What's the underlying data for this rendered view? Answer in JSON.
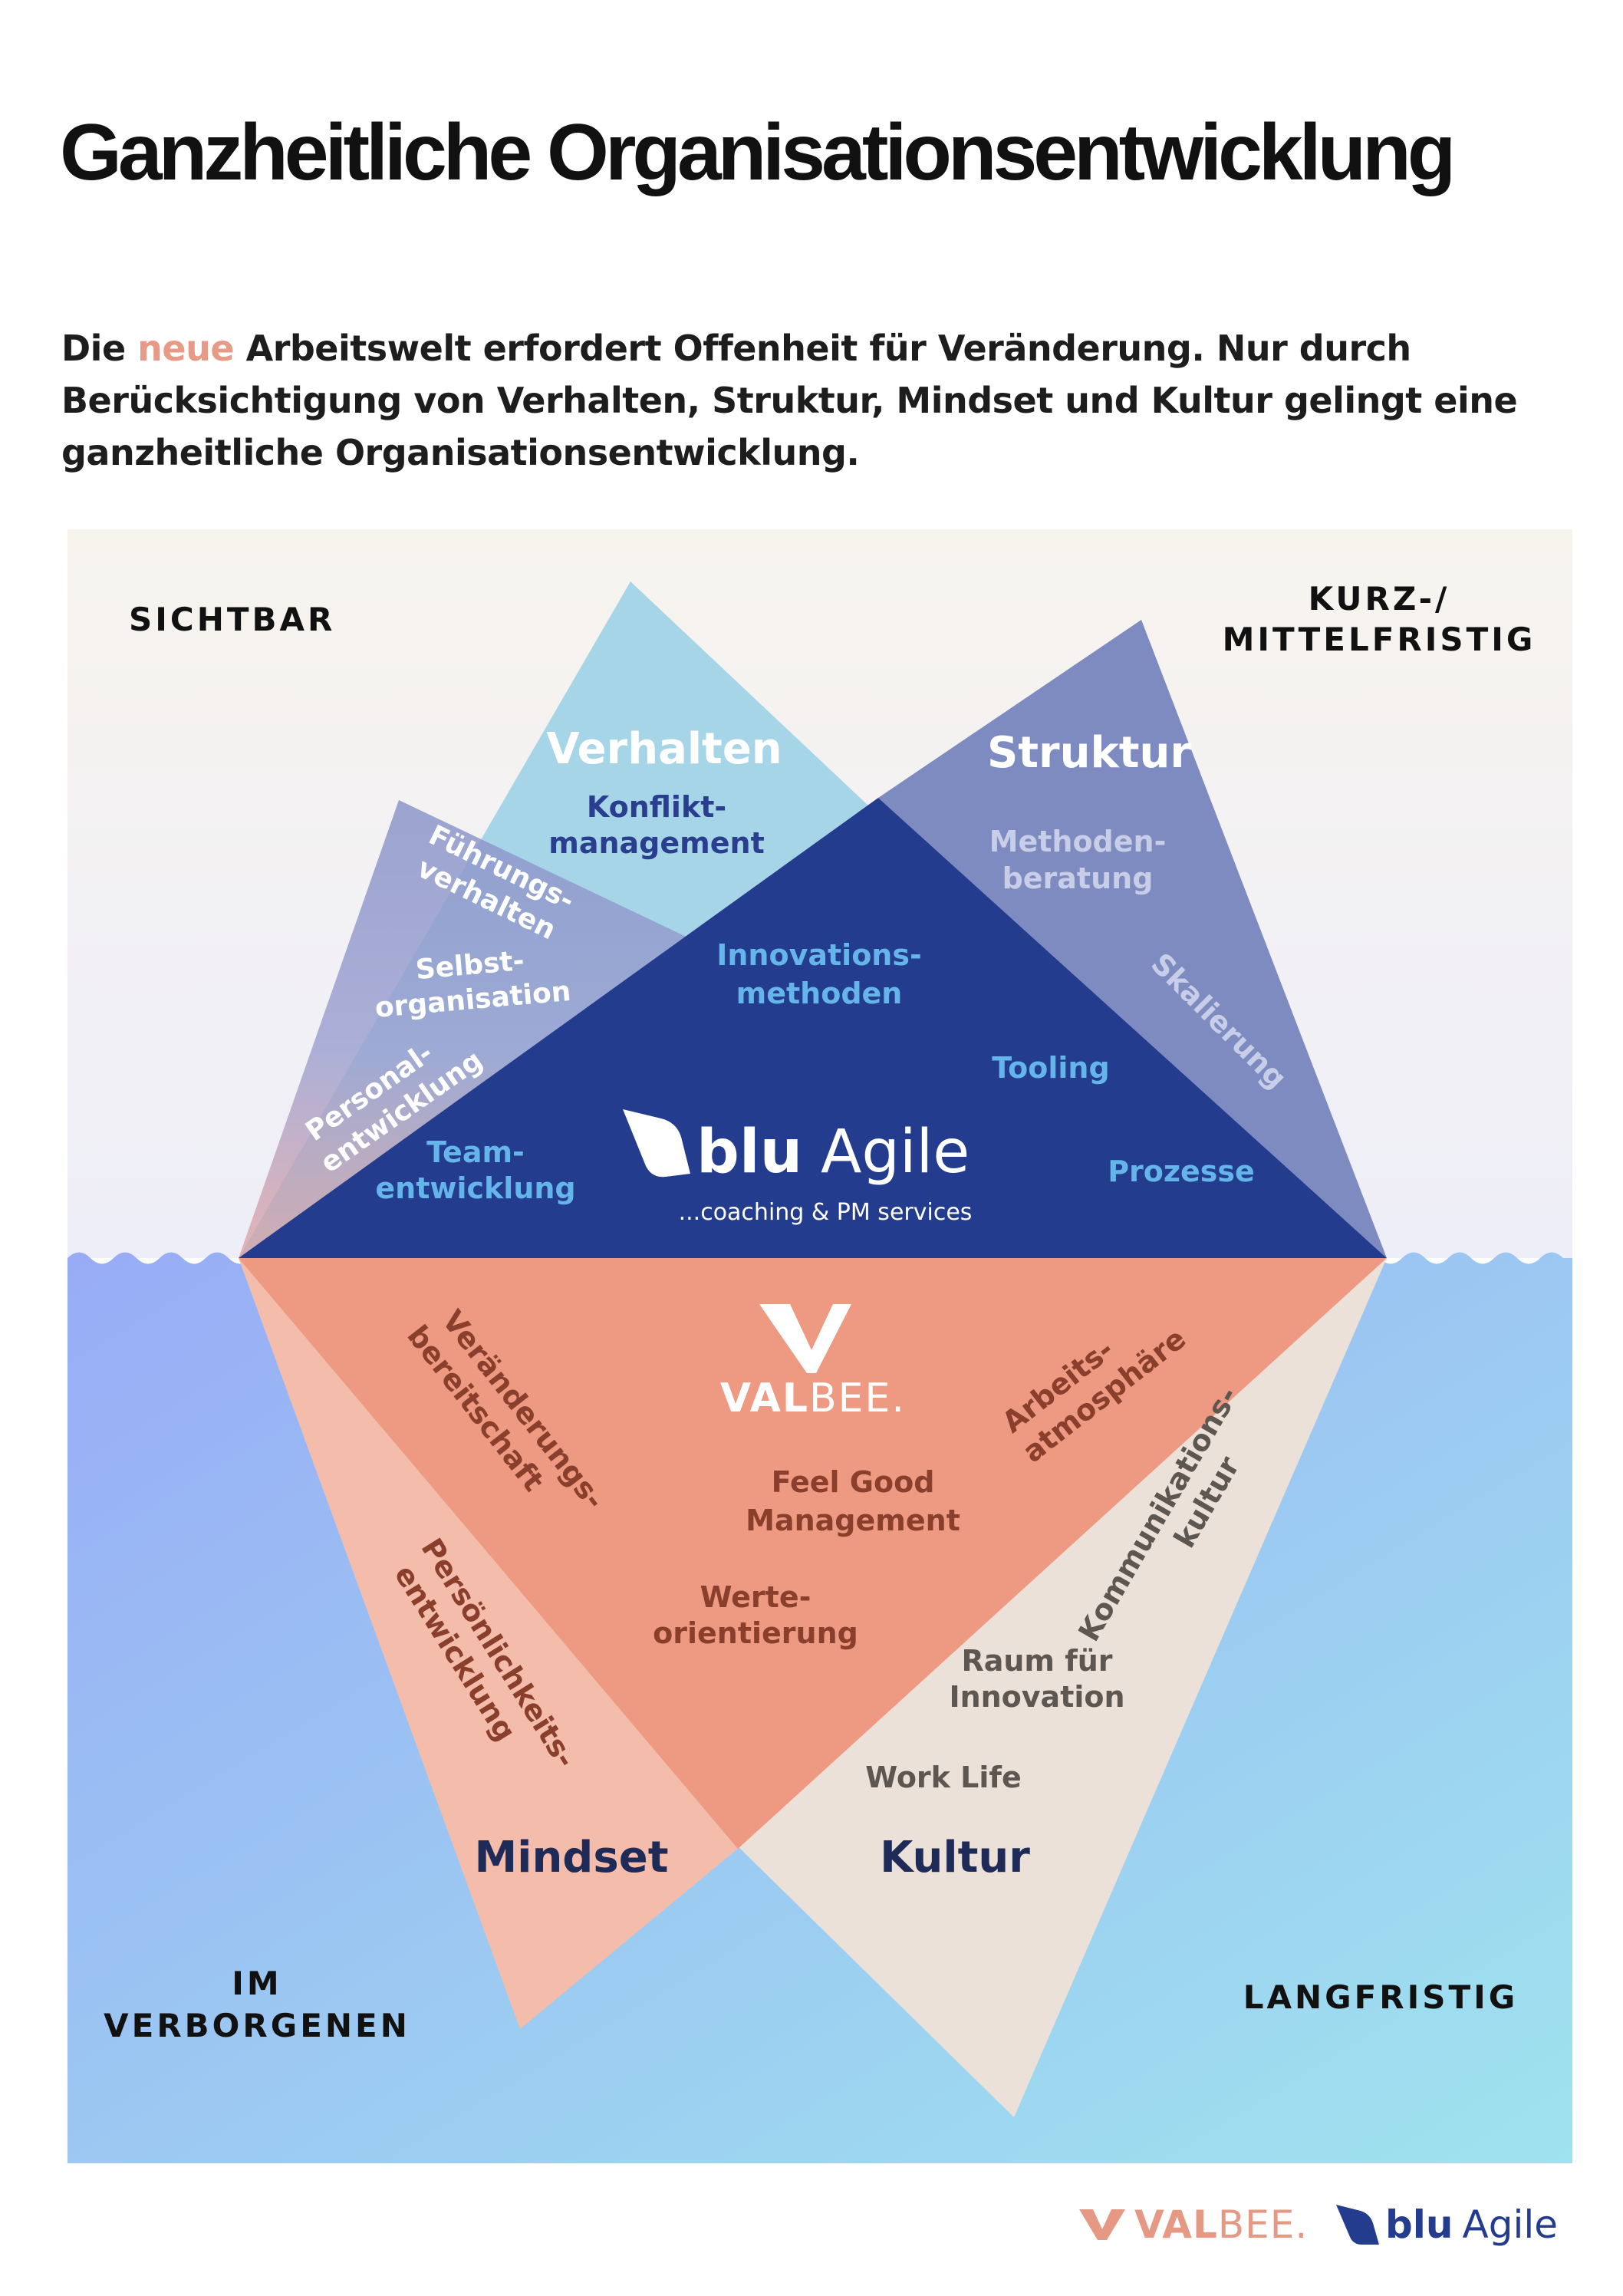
{
  "title": "Ganzheitliche Organisationsentwicklung",
  "intro": {
    "part1": "Die ",
    "accent": "neue",
    "part2": " Arbeitswelt erfordert Offenheit für Veränderung. Nur durch Berücksichtigung von Verhalten, Struktur, Mindset und Kultur gelingt eine ganzheitliche Organisationsentwicklung."
  },
  "corners": {
    "top_left": "SICHTBAR",
    "top_right_1": "KURZ-/",
    "top_right_2": "MITTELFRISTIG",
    "bottom_left_1": "IM",
    "bottom_left_2": "VERBORGENEN",
    "bottom_right": "LANGFRISTIG"
  },
  "above": {
    "verhalten": {
      "title": "Verhalten",
      "item1_1": "Konflikt-",
      "item1_2": "management",
      "fuehrung_1": "Führungs-",
      "fuehrung_2": "verhalten",
      "selbst_1": "Selbst-",
      "selbst_2": "organisation",
      "personal_1": "Personal-",
      "personal_2": "entwicklung"
    },
    "struktur": {
      "title": "Struktur",
      "methoden_1": "Methoden-",
      "methoden_2": "beratung",
      "skalierung": "Skalierung"
    },
    "center": {
      "innovation_1": "Innovations-",
      "innovation_2": "methoden",
      "tooling": "Tooling",
      "team_1": "Team-",
      "team_2": "entwicklung",
      "prozesse": "Prozesse"
    },
    "blu_logo": {
      "blu": "blu",
      "agile": "Agile",
      "tagline": "...coaching & PM services"
    }
  },
  "below": {
    "valbee_logo": {
      "val": "VAL",
      "bee": "BEE."
    },
    "veraenderung_1": "Veränderungs-",
    "veraenderung_2": "bereitschaft",
    "arbeits_1": "Arbeits-",
    "arbeits_2": "atmosphäre",
    "feelgood_1": "Feel Good",
    "feelgood_2": "Management",
    "werte_1": "Werte-",
    "werte_2": "orientierung",
    "persoenlich_1": "Persönlichkeits-",
    "persoenlich_2": "entwicklung",
    "kommunikation_1": "Kommunikations-",
    "kommunikation_2": "kultur",
    "raum_1": "Raum für",
    "raum_2": "Innovation",
    "worklife": "Work Life",
    "mindset": "Mindset",
    "kultur": "Kultur"
  },
  "footer": {
    "valbee_val": "VAL",
    "valbee_bee": "BEE.",
    "blu": "blu",
    "agile": "Agile"
  },
  "colors": {
    "sky_top": "#f7f4ee",
    "sky_bottom": "#eeeef8",
    "water_left": "#98acf6",
    "water_right": "#9fe3ee",
    "verhalten": "#9fd1e7",
    "struktur": "#7685bd",
    "left_small": "#8c95c8",
    "center": "#233c8e",
    "salmon": "#ee9a82",
    "mindset": "#f4bcab",
    "kultur": "#ebe1d9",
    "accent": "#e79a85"
  }
}
